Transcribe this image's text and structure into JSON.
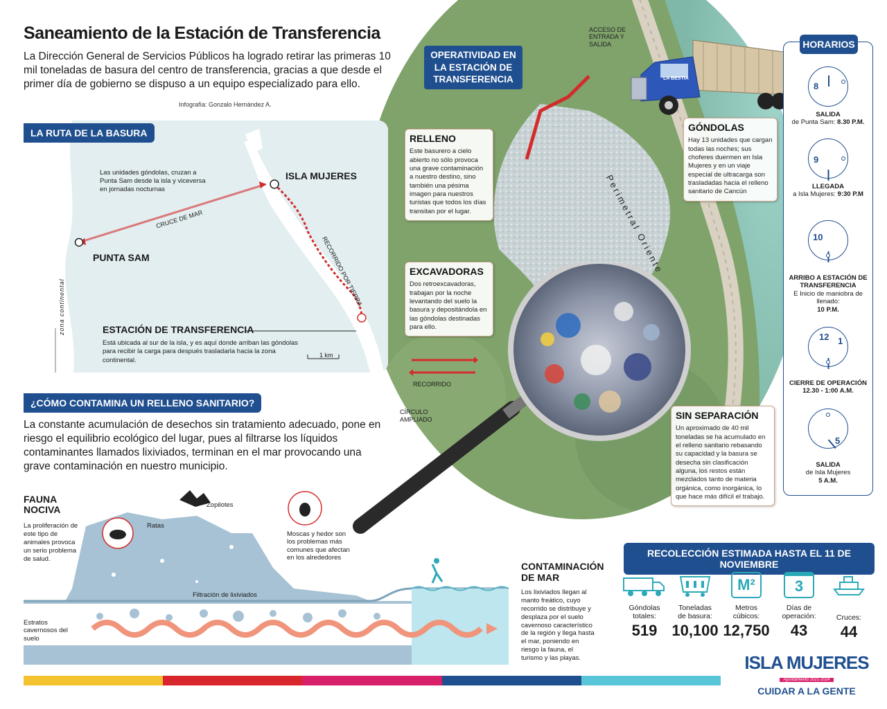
{
  "header": {
    "title": "Saneamiento de la Estación de Transferencia",
    "intro": "La Dirección General de Servicios Públicos ha logrado retirar las primeras 10 mil toneladas de basura del centro de transferencia, gracias a que desde el primer día de gobierno se dispuso a un equipo especializado para ello.",
    "credit": "Infografía: Gonzalo Hernández A."
  },
  "route": {
    "tab": "LA RUTA DE LA BASURA",
    "gondolas_note": "Las unidades góndolas, cruzan a Punta Sam desde la isla y viceversa en jornadas nocturnas",
    "isla_mujeres": "ISLA MUJERES",
    "punta_sam": "PUNTA SAM",
    "cruce": "CRUCE DE MAR",
    "recorrido_tierra": "RECORRIDO POR TIERRA",
    "zona": "zona continental",
    "estacion_title": "ESTACIÓN DE TRANSFERENCIA",
    "estacion_text": "Está ubicada al sur de la isla, y es aquí donde arriban las góndolas para recibir la carga para después trasladarla hacia la zona continental.",
    "scale": "1 km"
  },
  "operatividad": {
    "tab": "OPERATIVIDAD EN LA ESTACIÓN DE TRANSFERENCIA",
    "acceso": "ACCESO DE ENTRADA Y SALIDA",
    "perimetral": "Perimetral Oriente",
    "truck_brand": "LA BESTIA",
    "relleno_title": "RELLENO",
    "relleno_text": "Este basurero a cielo abierto no sólo provoca una grave contaminación a nuestro destino, sino también una pésima imagen para nuestros turistas que todos los días transitan por el lugar.",
    "excavadoras_title": "EXCAVADORAS",
    "excavadoras_text": "Dos retroexcavadoras, trabajan por la noche levantando del suelo la basura y depositándola en las góndolas destinadas para ello.",
    "gondolas_title": "GÓNDOLAS",
    "gondolas_text": "Hay 13 unidades que cargan todas las noches; sus choferes duermen en Isla Mujeres y en un viaje especial de ultracarga son trasladadas hacia el relleno sanitario de Cancún",
    "separacion_title": "SIN SEPARACIÓN",
    "separacion_text": "Un aproximado de 40 mil toneladas se ha acumulado en el relleno sanitario rebasando su capacidad y la basura se desecha sin clasificación alguna, los restos están mezclados tanto de materia orgánica, como inorgánica, lo que hace más difícil el trabajo.",
    "recorrido": "RECORRIDO",
    "circulo": "CÍRCULO AMPLIADO"
  },
  "horarios": {
    "tab": "HORARIOS",
    "items": [
      {
        "num": "8",
        "title": "SALIDA",
        "line1": "de Punta Sam:",
        "strong": "8.30 P.M."
      },
      {
        "num": "9",
        "title": "LLEGADA",
        "line1": "a Isla Mujeres:",
        "strong": "9:30 P.M"
      },
      {
        "num": "10",
        "title": "ARRIBO A ESTACIÓN DE TRANSFERENCIA",
        "line1": "E Inicio de maniobra de llenado:",
        "strong": "10 P.M."
      },
      {
        "num": "12",
        "num2": "1",
        "title": "CIERRE DE OPERACIÓN",
        "line1": "",
        "strong": "12.30 - 1:00 A.M."
      },
      {
        "num": "5",
        "title": "SALIDA",
        "line1": "de Isla Mujeres",
        "strong": "5 A.M."
      }
    ]
  },
  "contamina": {
    "tab": "¿CÓMO CONTAMINA UN RELLENO SANITARIO?",
    "text": "La constante acumulación de desechos sin tratamiento adecuado, pone en riesgo el equilibrio ecológico del lugar, pues al filtrarse los líquidos contaminantes llamados lixiviados, terminan en el mar provocando una grave contaminación en nuestro municipio.",
    "fauna_title": "FAUNA NOCIVA",
    "fauna_text": "La proliferación de este tipo de animales provoca un serio problema de salud.",
    "ratas": "Ratas",
    "zopilotes": "Zopilotes",
    "moscas": "Moscas y hedor son los problemas más comunes que afectan en los alrededores",
    "filtracion": "Filtración de lixiviados",
    "estratos": "Estratos cavernosos del suelo",
    "mar_title": "CONTAMINACIÓN DE MAR",
    "mar_text": "Los lixiviados llegan al manto freático, cuyo recorrido se distribuye y desplaza por el suelo cavernoso característico de la región y llega hasta el mar, poniendo en riesgo la fauna, el turismo y las playas."
  },
  "recoleccion": {
    "tab": "RECOLECCIÓN ESTIMADA HASTA EL 11 DE NOVIEMBRE",
    "stats": [
      {
        "icon": "truck-icon",
        "label": "Góndolas totales:",
        "value": "519"
      },
      {
        "icon": "wagon-icon",
        "label": "Toneladas de basura:",
        "value": "10,100"
      },
      {
        "icon": "m2-icon",
        "glyph": "M²",
        "label": "Metros cúbicos:",
        "value": "12,750"
      },
      {
        "icon": "calendar-icon",
        "glyph": "3",
        "label": "Días de operación:",
        "value": "43"
      },
      {
        "icon": "ship-icon",
        "label": "Cruces:",
        "value": "44"
      }
    ]
  },
  "brand": {
    "name": "ISLA MUJERES",
    "sub": "Ayuntamiento 2021-2024",
    "slogan": "CUIDAR A LA GENTE"
  },
  "colors": {
    "navy": "#1f4f8f",
    "red": "#d32b2b",
    "teal": "#2aa9b8",
    "bar": [
      "#f2c32e",
      "#d8262c",
      "#d81f6a",
      "#1f4f8f",
      "#58c6d8"
    ]
  }
}
